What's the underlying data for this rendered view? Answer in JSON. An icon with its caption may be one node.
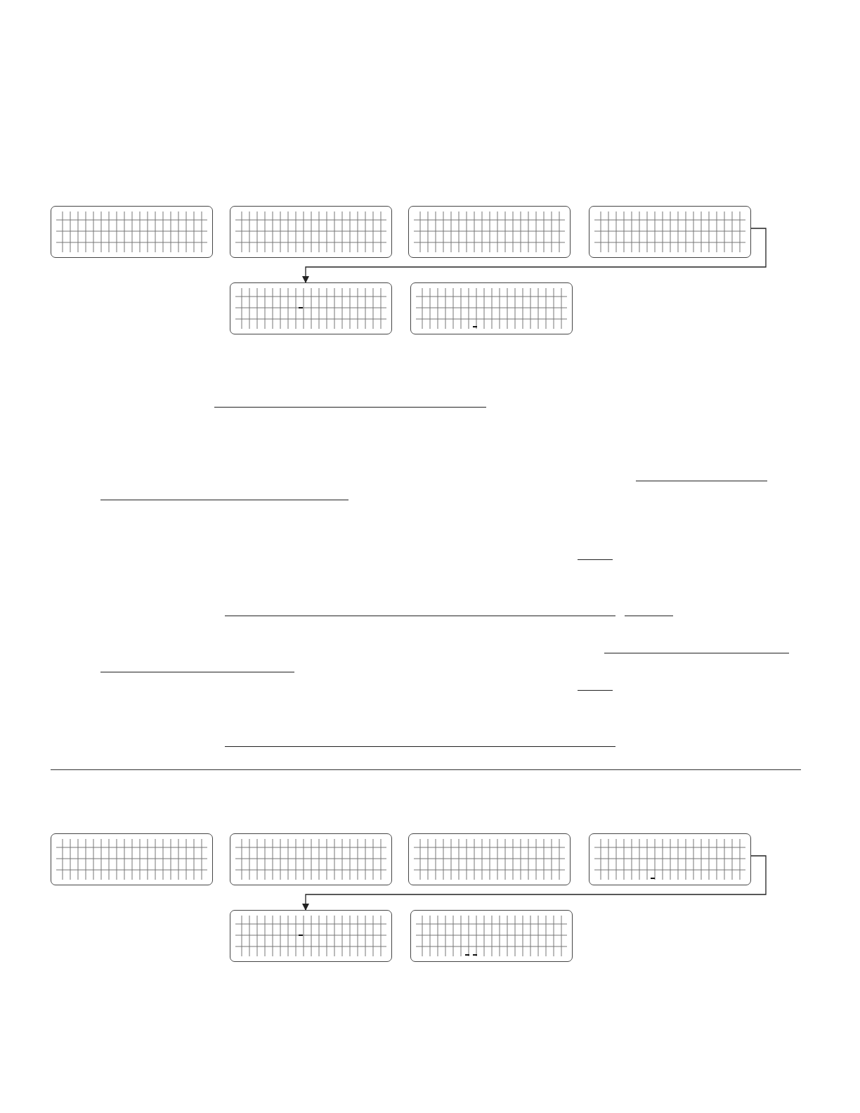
{
  "diagram": {
    "nodes": [
      {
        "text": [],
        "shape": "box"
      },
      {
        "text": [],
        "shape": "box"
      },
      {
        "text": [],
        "shape": "box"
      },
      {
        "text": [],
        "shape": "box"
      },
      {
        "text": [],
        "shape": "box"
      },
      {
        "text": [],
        "shape": "box"
      },
      {
        "text": [],
        "shape": "box"
      },
      {
        "text": [],
        "shape": "box"
      },
      {
        "text": [],
        "shape": "box"
      },
      {
        "text": [],
        "shape": "box"
      },
      {
        "text": [],
        "shape": "box"
      },
      {
        "text": [],
        "shape": "box"
      }
    ],
    "edges": [
      {
        "from": 3,
        "to": 4,
        "arrow": "to"
      },
      {
        "from": 9,
        "to": 10,
        "arrow": "to"
      }
    ]
  }
}
